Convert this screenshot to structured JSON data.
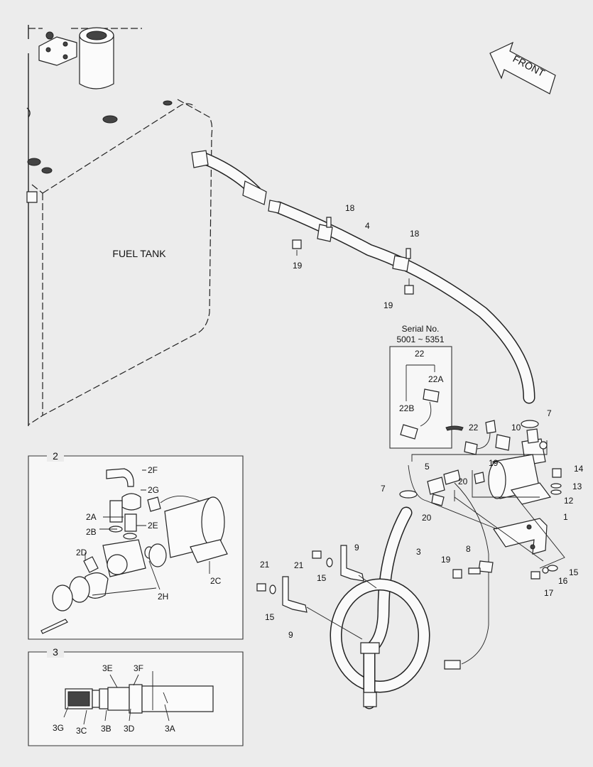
{
  "titles": {
    "fuel_tank": "FUEL TANK",
    "front": "FRONT",
    "serial_line1": "Serial No.",
    "serial_line2": "5001 ~ 5351"
  },
  "inset_numbers": {
    "assy2": "2",
    "assy3": "3"
  },
  "callouts": {
    "c1": "1",
    "c3": "3",
    "c4": "4",
    "c5": "5",
    "c7a": "7",
    "c7b": "7",
    "c8": "8",
    "c9a": "9",
    "c9b": "9",
    "c10": "10",
    "c12": "12",
    "c13": "13",
    "c14": "14",
    "c15a": "15",
    "c15b": "15",
    "c15c": "15",
    "c16": "16",
    "c17": "17",
    "c18a": "18",
    "c18b": "18",
    "c19a": "19",
    "c19b": "19",
    "c19c": "19",
    "c19d": "19",
    "c20a": "20",
    "c20b": "20",
    "c21a": "21",
    "c21b": "21",
    "c22": "22",
    "s22": "22",
    "s22a": "22A",
    "s22b": "22B",
    "c2a": "2A",
    "c2b": "2B",
    "c2c": "2C",
    "c2d": "2D",
    "c2e": "2E",
    "c2f": "2F",
    "c2g": "2G",
    "c2h": "2H",
    "c3a": "3A",
    "c3b": "3B",
    "c3c": "3C",
    "c3d": "3D",
    "c3e": "3E",
    "c3f": "3F",
    "c3g": "3G"
  },
  "colors": {
    "background": "#ececec",
    "line": "#222222",
    "panel": "#f7f7f7"
  }
}
